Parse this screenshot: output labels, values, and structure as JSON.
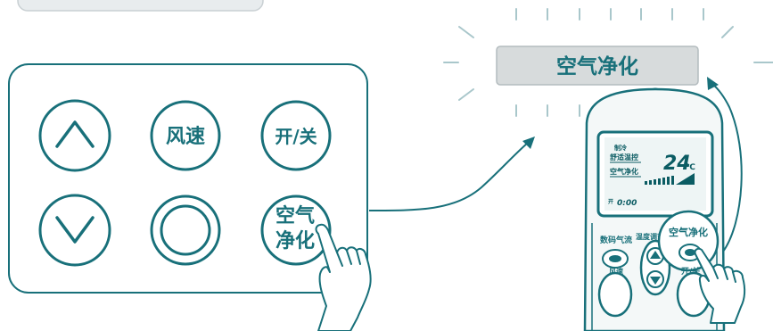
{
  "colors": {
    "teal": "#18707a",
    "button_fill": "#ffffff",
    "banner_fill": "#d7dbdc"
  },
  "panel": {
    "buttons": {
      "up_icon": "chevron-up-icon",
      "fan_speed": "风速",
      "power": "开/关",
      "down_icon": "chevron-down-icon",
      "blank_icon": "circle-icon",
      "air_purify_line1": "空气",
      "air_purify_line2": "净化"
    }
  },
  "banner": {
    "label": "空气净化"
  },
  "remote": {
    "lcd": {
      "mode": "制冷",
      "line2": "舒适温控",
      "line3": "空气净化",
      "temp": "24",
      "unit": "℃",
      "time_prefix": "开",
      "time": "0:00"
    },
    "labels": {
      "left": "数码气流",
      "middle": "温度调节",
      "right": "空气净化",
      "fan_speed": "风速",
      "power": "开/关"
    }
  }
}
